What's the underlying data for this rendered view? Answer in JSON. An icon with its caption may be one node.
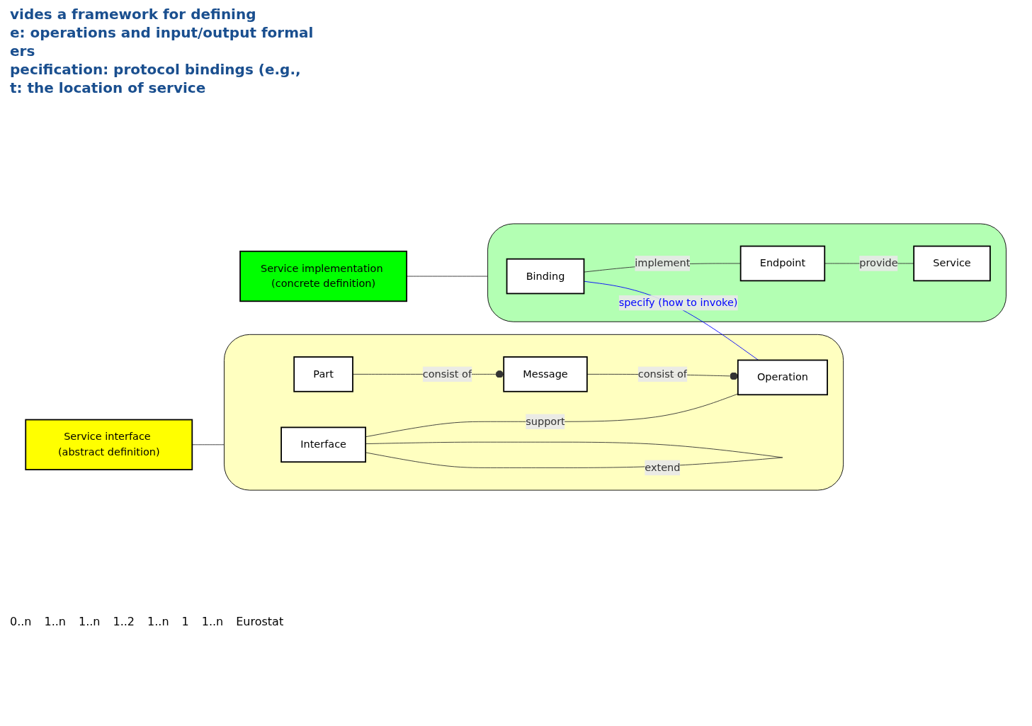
{
  "diagram": {
    "nodes": [
      {
        "text": [],
        "shape": "cloud"
      },
      {
        "text": [
          "Interface"
        ],
        "in": 0
      },
      {
        "text": [
          "Operation"
        ],
        "in": 0
      },
      {
        "text": [
          "Message"
        ],
        "in": 0
      },
      {
        "text": [
          "Part"
        ],
        "in": 0
      },
      {
        "text": [],
        "shape": "cloud"
      },
      {
        "text": [
          "Binding"
        ],
        "in": 5
      },
      {
        "text": [
          "Endpoint"
        ],
        "in": 5
      },
      {
        "text": [
          "Service"
        ],
        "in": 5
      },
      {
        "text": [
          "Service interface (abstract definition)"
        ]
      },
      {
        "text": [
          "Service implementation (concrete definition)"
        ]
      }
    ],
    "edges": [
      {
        "from": 1,
        "to": 1,
        "arrow": "none",
        "label": "extend"
      },
      {
        "from": 1,
        "to": 2,
        "arrow": "none",
        "label": "support"
      },
      {
        "from": 2,
        "to": 3,
        "arrow": "other",
        "label": "consist of"
      },
      {
        "from": 3,
        "to": 4,
        "arrow": "other",
        "label": "consist of"
      },
      {
        "from": 6,
        "to": 2,
        "arrow": "none",
        "label": "specify (how to invoke)",
        "color": "#0000ff"
      },
      {
        "from": 6,
        "to": 7,
        "arrow": "none",
        "label": "implement"
      },
      {
        "from": 7,
        "to": 8,
        "arrow": "none",
        "label": "provide"
      },
      {
        "from": 9,
        "to": 0,
        "arrow": "none"
      },
      {
        "from": 10,
        "to": 5,
        "arrow": "none"
      }
    ],
    "labels": [
      "vides a framework for defining",
      "e: operations and input/output formal",
      "ers",
      "pecification: protocol bindings (e.g.,",
      "t: the location of service",
      "0..n",
      "1..n",
      "1..n",
      "1..2",
      "1..n",
      "1",
      "1..n",
      "Eurostat"
    ]
  }
}
